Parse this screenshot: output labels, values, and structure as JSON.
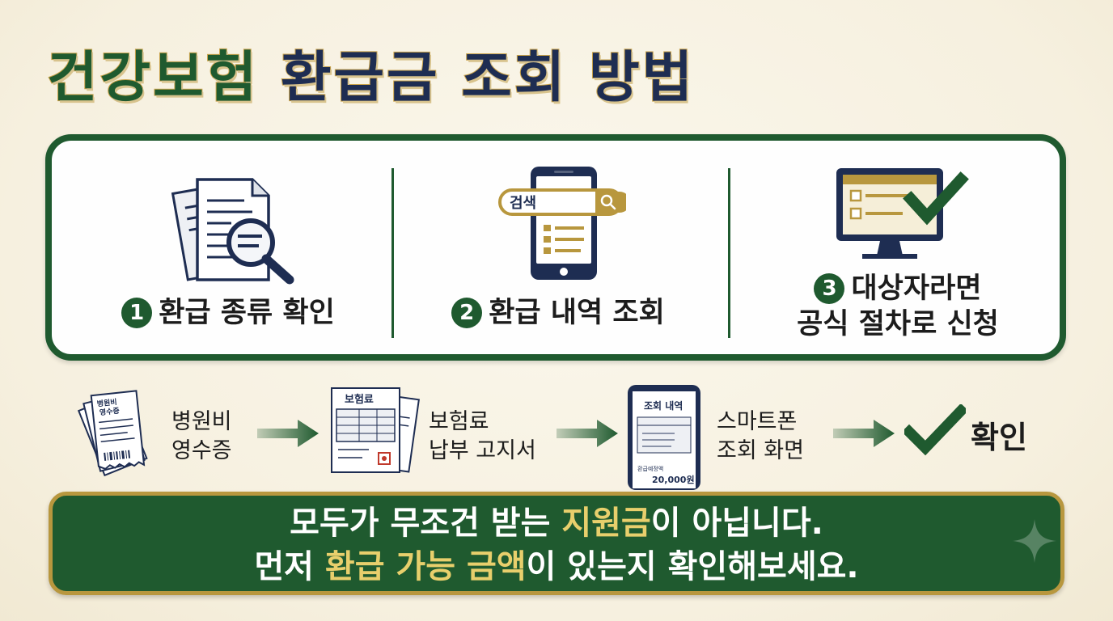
{
  "title": {
    "part1": "건강보험",
    "part2": "환급금 조회 방법"
  },
  "steps": [
    {
      "number": "1",
      "label": "환급 종류 확인",
      "icon": "document-magnifier-icon"
    },
    {
      "number": "2",
      "label": "환급 내역 조회",
      "icon": "phone-search-icon",
      "search_text": "검색"
    },
    {
      "number": "3",
      "label_line1": "대상자라면",
      "label_line2": "공식 절차로 신청",
      "icon": "monitor-check-icon"
    }
  ],
  "flow": {
    "item1": {
      "icon": "receipt-stack-icon",
      "doc_text": "병원비\n영수증",
      "line1": "병원비",
      "line2": "영수증"
    },
    "item2": {
      "icon": "notice-document-icon",
      "doc_title": "보험료",
      "line1": "보험료",
      "line2": "납부 고지서"
    },
    "item3": {
      "icon": "smartphone-icon",
      "screen_title": "조회 내역",
      "screen_caption": "환급예정액",
      "screen_amount": "20,000원",
      "line1": "스마트폰",
      "line2": "조회 화면"
    },
    "confirm": {
      "icon": "check-icon",
      "label": "확인"
    }
  },
  "banner": {
    "line1_a": "모두가 무조건 받는 ",
    "line1_hl": "지원금",
    "line1_b": "이 아닙니다.",
    "line2_a": "먼저 ",
    "line2_hl": "환급 가능 금액",
    "line2_b": "이 있는지 확인해보세요."
  },
  "colors": {
    "green": "#1f5a2f",
    "navy": "#1e2d52",
    "gold": "#b8973e",
    "highlight": "#e8cf6c",
    "background": "#f6f0df"
  }
}
